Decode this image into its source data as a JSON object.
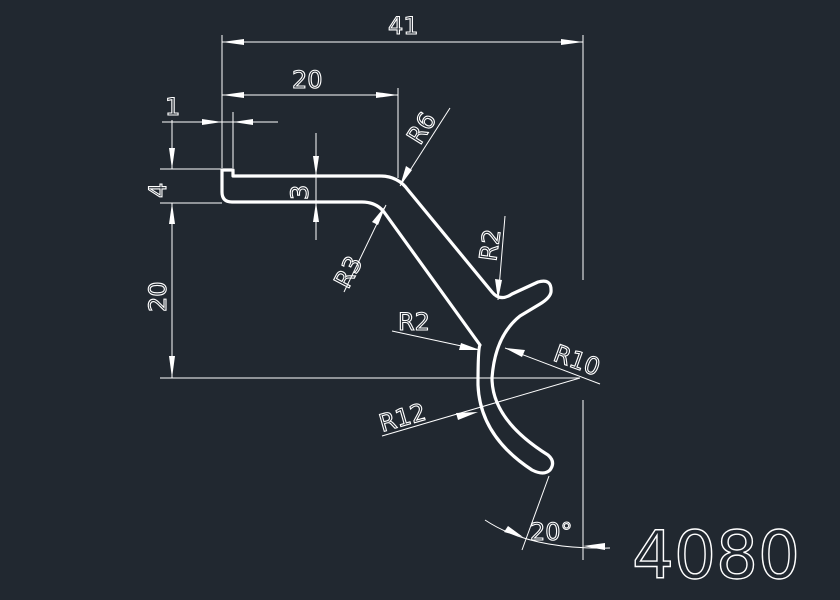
{
  "drawing": {
    "part_number": "4080",
    "dimensions": {
      "overall_width": "41",
      "top_width": "20",
      "lip_width": "1",
      "lip_height": "4",
      "left_height": "20",
      "thickness": "3",
      "radius_r6": "R6",
      "radius_r3": "R3",
      "radius_r2_top": "R2",
      "radius_r2_left": "R2",
      "radius_r10": "R10",
      "radius_r12": "R12",
      "angle": "20°"
    },
    "colors": {
      "background": "#212830",
      "lines": "#ffffff"
    }
  }
}
